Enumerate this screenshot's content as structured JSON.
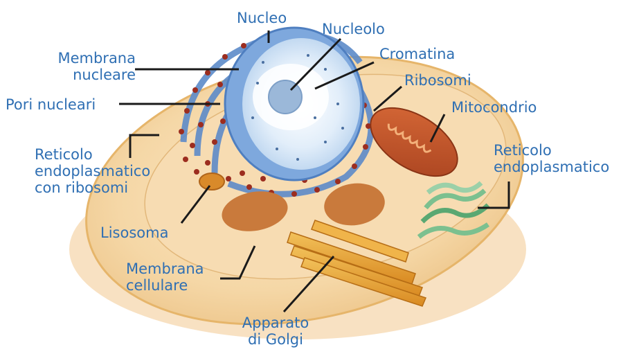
{
  "labels": {
    "nucleo": "Nucleo",
    "nucleolo": "Nucleolo",
    "membrana_nucleare": [
      "Membrana",
      "nucleare"
    ],
    "cromatina": "Cromatina",
    "ribosomi": "Ribosomi",
    "pori_nucleari": "Pori nucleari",
    "mitocondrio": "Mitocondrio",
    "reticolo_ruvido": [
      "Reticolo",
      "endoplasmatico",
      "con ribosomi"
    ],
    "reticolo_liscio": [
      "Reticolo",
      "endoplasmatico"
    ],
    "lisosoma": "Lisosoma",
    "membrana_cellulare": [
      "Membrana",
      "cellulare"
    ],
    "apparato_golgi": [
      "Apparato",
      "di Golgi"
    ]
  },
  "colors": {
    "label_text": "#2f6fb3",
    "leader_line": "#1a1a1a",
    "cytoplasm": "#f5d9a8",
    "cell_outline": "#e6b56a",
    "nucleus_envelope": "#6f9fd8",
    "nucleus_inner": "#dbe9f7",
    "nucleolus": "#9bb8d9",
    "ribosome": "#9c2d1f",
    "mitochondrion": "#c0522a",
    "golgi": "#e39b2c",
    "smooth_er": "#7cc08f",
    "lysosome": "#d98a2a"
  }
}
